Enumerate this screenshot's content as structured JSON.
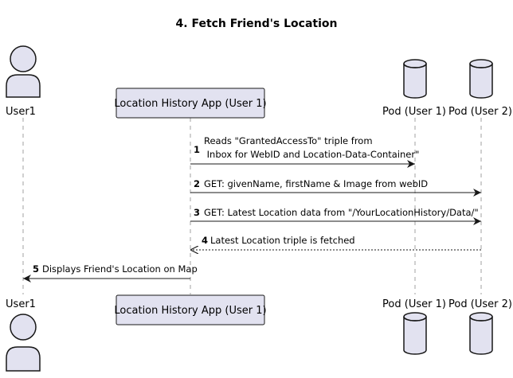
{
  "title": "4. Fetch Friend's Location",
  "colors": {
    "participant_fill": "#e2e2f0",
    "participant_stroke": "#181818",
    "line": "#181818",
    "lifeline": "#a0a0a0"
  },
  "participants": {
    "user1": {
      "label": "User1",
      "kind": "actor"
    },
    "app": {
      "label": "Location History App (User 1)",
      "kind": "box"
    },
    "pod1": {
      "label": "Pod (User 1)",
      "kind": "database"
    },
    "pod2": {
      "label": "Pod (User 2)",
      "kind": "database"
    }
  },
  "messages": [
    {
      "num": "1",
      "from": "app",
      "to": "pod1",
      "style": "solid",
      "lines": [
        "Reads \"GrantedAccessTo\" triple from",
        " Inbox for WebID and Location-Data-Container\""
      ]
    },
    {
      "num": "2",
      "from": "app",
      "to": "pod2",
      "style": "solid",
      "lines": [
        "GET: givenName, firstName & Image from webID"
      ]
    },
    {
      "num": "3",
      "from": "app",
      "to": "pod2",
      "style": "solid",
      "lines": [
        "GET: Latest Location data from \"/YourLocationHistory/Data/\""
      ]
    },
    {
      "num": "4",
      "from": "pod2",
      "to": "app",
      "style": "dashed",
      "lines": [
        "Latest Location triple is fetched"
      ]
    },
    {
      "num": "5",
      "from": "app",
      "to": "user1",
      "style": "solid",
      "lines": [
        "Displays Friend's Location on Map"
      ]
    }
  ]
}
